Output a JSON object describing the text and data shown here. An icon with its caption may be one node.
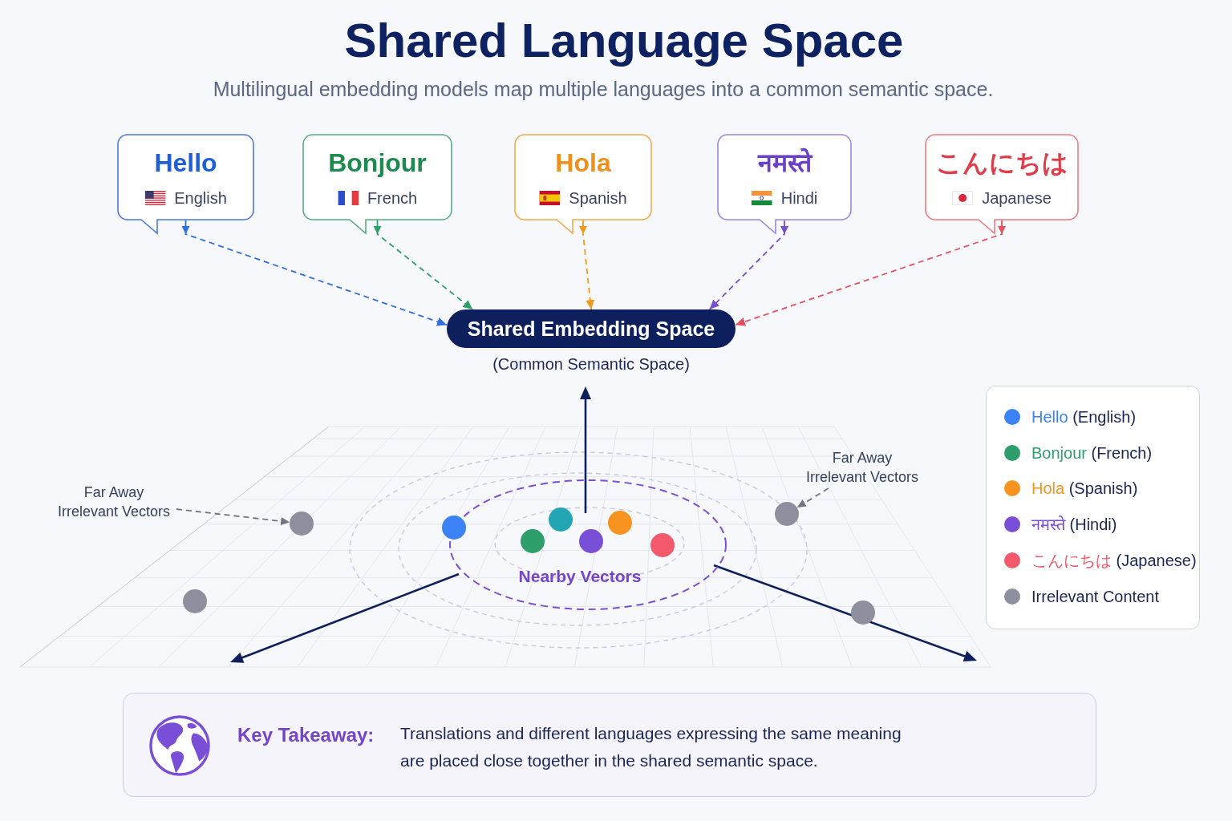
{
  "diagram": {
    "title": "Shared Language Space",
    "nodes": [
      {
        "text": [
          "Hello",
          "English"
        ]
      },
      {
        "text": [
          "Bonjour",
          "French"
        ]
      },
      {
        "text": [
          "Hola",
          "Spanish"
        ]
      },
      {
        "text": [
          "नमस्ते",
          "Hindi"
        ]
      },
      {
        "text": [
          "こんにちは",
          "Japanese"
        ]
      },
      {
        "text": [
          "Shared Embedding Space"
        ],
        "beside": [
          "(Common Semantic Space)"
        ]
      },
      {
        "text": [
          "Far Away Irrelevant Vectors"
        ]
      },
      {
        "text": [],
        "shape": "circle"
      },
      {
        "text": [
          "Nearby Vectors"
        ]
      },
      {
        "text": [
          "Far Away Irrelevant Vectors"
        ]
      },
      {
        "text": [],
        "shape": "circle"
      },
      {
        "text": [
          "Key Takeaway:",
          "Translations and different languages expressing the same meaning are placed close together in the shared semantic space."
        ]
      }
    ],
    "edges": [
      {
        "from": 0,
        "to": 5,
        "arrow": "to",
        "style": "dashed",
        "color": "#2f6ee0"
      },
      {
        "from": 1,
        "to": 5,
        "arrow": "to",
        "style": "dashed",
        "color": "#2e9e6b"
      },
      {
        "from": 2,
        "to": 5,
        "arrow": "to",
        "style": "dashed",
        "color": "#f39a1e"
      },
      {
        "from": 3,
        "to": 5,
        "arrow": "to",
        "style": "dashed",
        "color": "#7650d0"
      },
      {
        "from": 4,
        "to": 5,
        "arrow": "to",
        "style": "dashed",
        "color": "#e4505c"
      },
      {
        "from": 6,
        "to": 7,
        "arrow": "to",
        "style": "dashed",
        "color": "#6e7584"
      },
      {
        "from": 9,
        "to": 10,
        "arrow": "to",
        "style": "dashed",
        "color": "#6e7584"
      }
    ],
    "labels": [
      "Multilingual embedding models map multiple languages into a common semantic space."
    ],
    "legend": [
      {
        "text": "Hello (English)",
        "color": "#3b82f6"
      },
      {
        "text": "Bonjour (French)",
        "color": "#2e9e6b"
      },
      {
        "text": "Hola (Spanish)",
        "color": "#f7931e"
      },
      {
        "text": "नमस्ते (Hindi)",
        "color": "#7a4fd8"
      },
      {
        "text": "こんにちは (Japanese)",
        "color": "#f2596b"
      },
      {
        "text": "Irrelevant Content",
        "color": "#8e8f9e"
      }
    ]
  }
}
